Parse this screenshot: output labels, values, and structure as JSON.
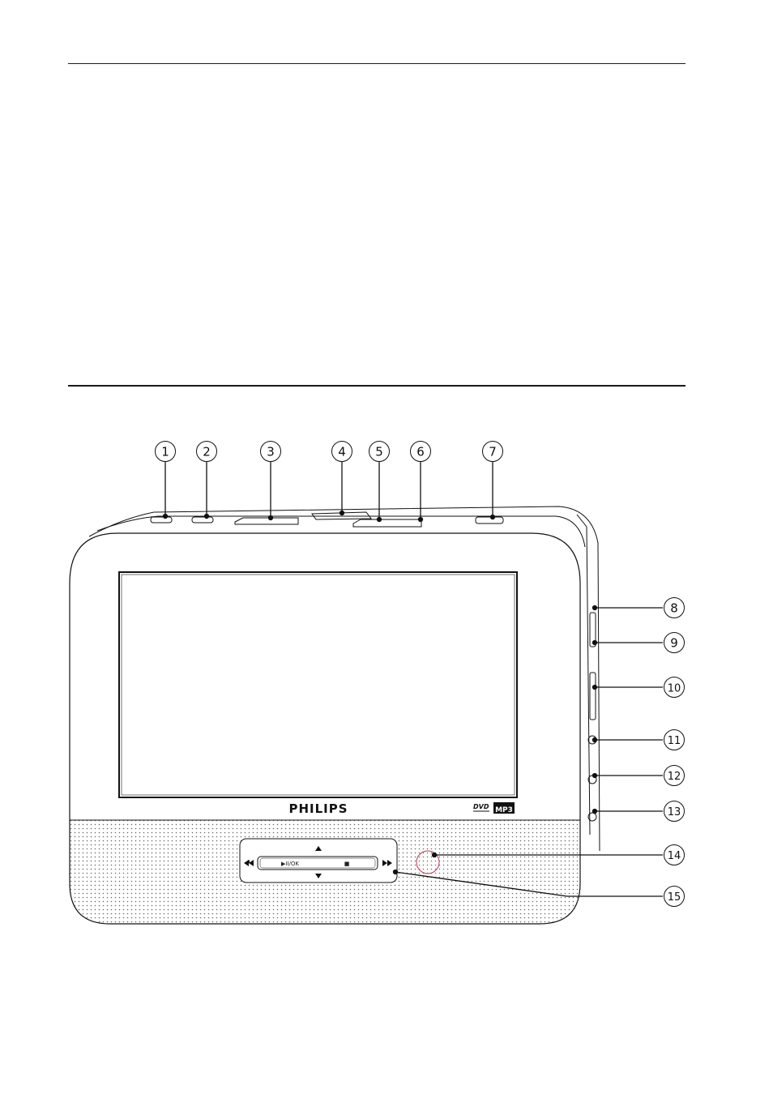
{
  "callouts": [
    "1",
    "2",
    "3",
    "4",
    "5",
    "6",
    "7",
    "8",
    "9",
    "10",
    "11",
    "12",
    "13",
    "14",
    "15"
  ],
  "device": {
    "brand": "PHILIPS",
    "logos": {
      "dvd": "DVD",
      "mp3": "MP3"
    },
    "controls": {
      "play_ok": "▶II/OK",
      "stop": "■"
    }
  }
}
